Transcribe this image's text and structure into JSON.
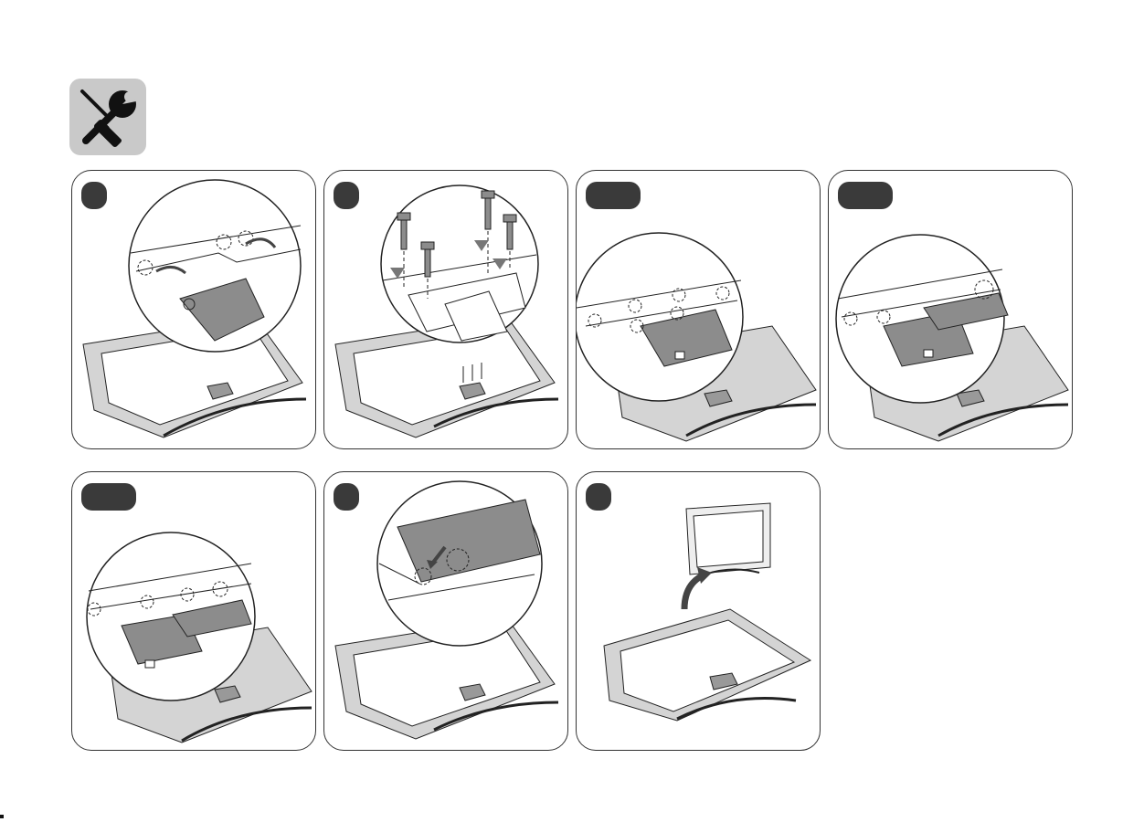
{
  "header": {
    "icon": "tools-icon"
  },
  "steps": [
    {
      "badge_label": "",
      "badge_style": "round",
      "illustration": "cover-unhook-zoom"
    },
    {
      "badge_label": "",
      "badge_style": "round",
      "illustration": "screws-insert-zoom"
    },
    {
      "badge_label": "",
      "badge_style": "wide",
      "illustration": "cover-variant-a-zoom"
    },
    {
      "badge_label": "",
      "badge_style": "wide",
      "illustration": "cover-variant-b-zoom"
    },
    {
      "badge_label": "",
      "badge_style": "wide",
      "illustration": "cover-variant-c-zoom"
    },
    {
      "badge_label": "",
      "badge_style": "round",
      "illustration": "cover-attach-zoom"
    },
    {
      "badge_label": "",
      "badge_style": "round",
      "illustration": "tv-lift-upright"
    }
  ],
  "colors": {
    "badge": "#3a3a3a",
    "tool_bg": "#c9c9c9",
    "tv_frame": "#d4d4d4",
    "cover": "#8c8c8c",
    "line": "#222222"
  }
}
